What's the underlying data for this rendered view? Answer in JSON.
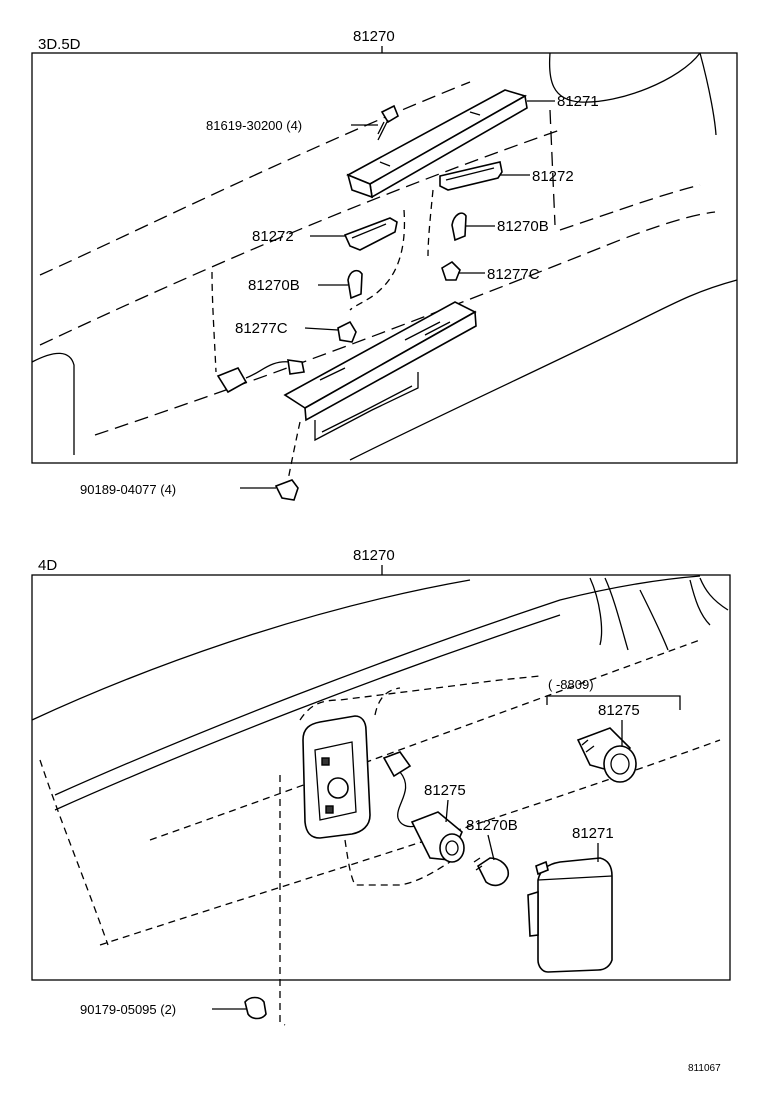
{
  "figure_code": "811067",
  "top_section": {
    "variant": "3D.5D",
    "assembly": "81270",
    "labels": {
      "lamp_cover": "81271",
      "screw": "81619-30200 (4)",
      "gasket_right": "81272",
      "gasket_left": "81272",
      "bulb_right": "81270B",
      "bulb_left": "81270B",
      "socket_right": "81277C",
      "socket_left": "81277C",
      "nut": "90189-04077 (4)"
    }
  },
  "bottom_section": {
    "variant": "4D",
    "assembly": "81270",
    "labels": {
      "date_note": "(      -8809)",
      "socket_inset": "81275",
      "socket": "81275",
      "bulb": "81270B",
      "lamp_cover": "81271",
      "nut": "90179-05095 (2)"
    }
  }
}
